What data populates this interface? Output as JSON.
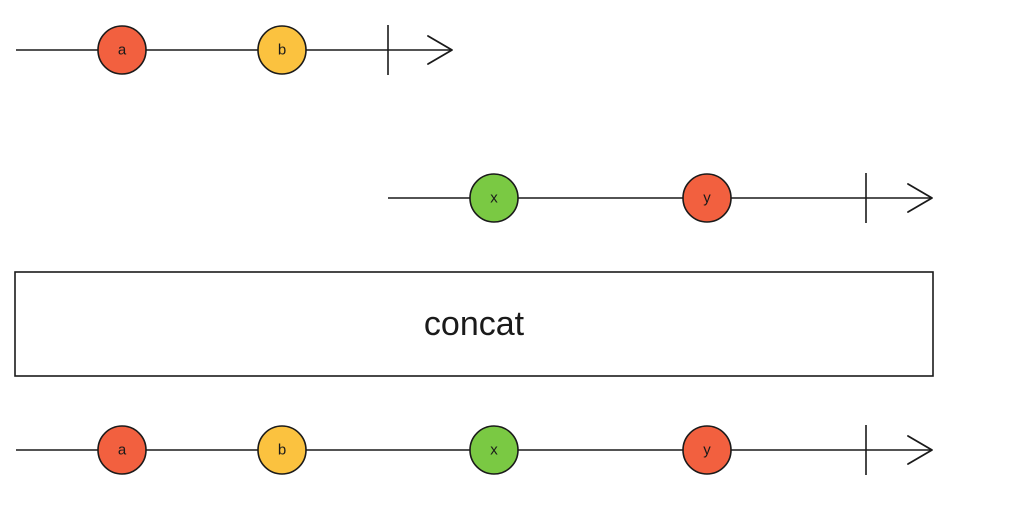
{
  "operator": {
    "label": "concat"
  },
  "colors": {
    "red": "#f2603f",
    "yellow": "#fbc23f",
    "green": "#7ac943"
  },
  "streams": {
    "input1": {
      "marbles": [
        {
          "label": "a",
          "color": "red"
        },
        {
          "label": "b",
          "color": "yellow"
        }
      ],
      "completed": true
    },
    "input2": {
      "marbles": [
        {
          "label": "x",
          "color": "green"
        },
        {
          "label": "y",
          "color": "red"
        }
      ],
      "completed": true
    },
    "output": {
      "marbles": [
        {
          "label": "a",
          "color": "red"
        },
        {
          "label": "b",
          "color": "yellow"
        },
        {
          "label": "x",
          "color": "green"
        },
        {
          "label": "y",
          "color": "red"
        }
      ],
      "completed": true
    }
  }
}
